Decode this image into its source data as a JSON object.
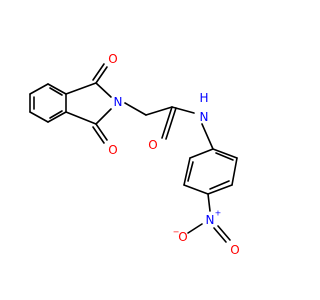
{
  "molecule": {
    "atoms": {
      "o_top": {
        "label": "O",
        "color": "#ff0000"
      },
      "o_bottom": {
        "label": "O",
        "color": "#ff0000"
      },
      "n_imide": {
        "label": "N",
        "color": "#0000ff"
      },
      "o_amide": {
        "label": "O",
        "color": "#ff0000"
      },
      "n_amide": {
        "label": "N",
        "color": "#0000ff"
      },
      "h_amide": {
        "label": "H",
        "color": "#0000ff"
      },
      "n_nitro": {
        "label": "N",
        "color": "#0000ff"
      },
      "n_nitro_charge": {
        "label": "+",
        "color": "#0000ff"
      },
      "o_nitro_left": {
        "label": "O",
        "color": "#ff0000"
      },
      "o_nitro_left_charge": {
        "label": "−",
        "color": "#ff0000"
      },
      "o_nitro_right": {
        "label": "O",
        "color": "#ff0000"
      }
    },
    "bond_color": "#000000",
    "background": "#ffffff"
  }
}
